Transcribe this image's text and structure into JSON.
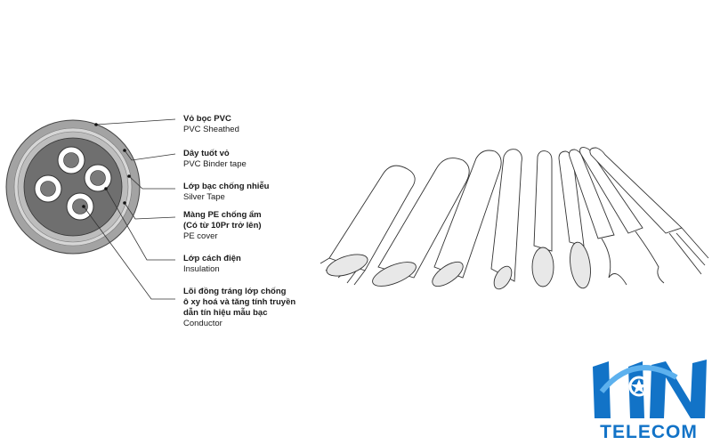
{
  "labels": [
    {
      "vi": "Vỏ bọc PVC",
      "en": "PVC Sheathed"
    },
    {
      "vi": "Dây tuốt vỏ",
      "en": "PVC Binder tape"
    },
    {
      "vi": "Lớp bạc chống nhiễu",
      "en": "Silver Tape"
    },
    {
      "vi": "Màng PE chống ẩm",
      "vi2": "(Có từ 10Pr trở lên)",
      "en": "PE cover"
    },
    {
      "vi": "Lớp cách điện",
      "en": "Insulation"
    },
    {
      "vi": "Lõi đồng tráng lớp chống",
      "vi2": "ô xy hoá và tăng tính truyền",
      "vi3": "dẫn tín hiệu mẫu bạc",
      "en": "Conductor"
    }
  ],
  "logo": {
    "text": "TELECOM",
    "brand_color": "#1273c7"
  },
  "colors": {
    "sheath": "#a0a0a0",
    "ring_light": "#d2d2d2",
    "core": "#6e6e6e",
    "line": "#333333"
  }
}
